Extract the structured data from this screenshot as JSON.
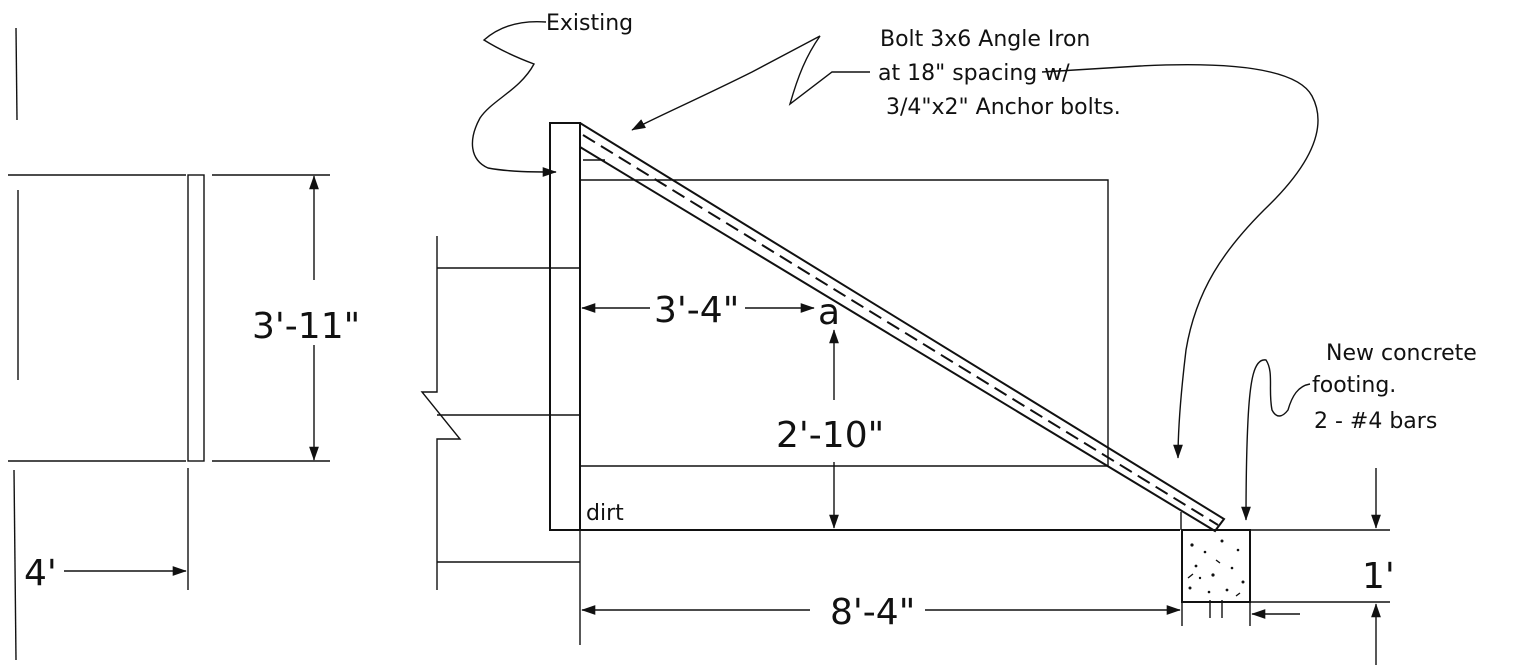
{
  "notes": {
    "existing": "Existing",
    "angle_iron": [
      "Bolt 3x6 Angle Iron",
      "at 18\" spacing w/",
      "3/4\"x2\" Anchor bolts."
    ],
    "footing": [
      "New concrete",
      "footing.",
      "2 - #4 bars"
    ],
    "dirt": "dirt",
    "point_marker": "a"
  },
  "dimensions": {
    "left_height": "3'-11\"",
    "left_width": "4'",
    "horizontal_to_point": "3'-4\"",
    "vertical_to_point": "2'-10\"",
    "base_length": "8'-4\"",
    "footing_depth": "1'"
  }
}
